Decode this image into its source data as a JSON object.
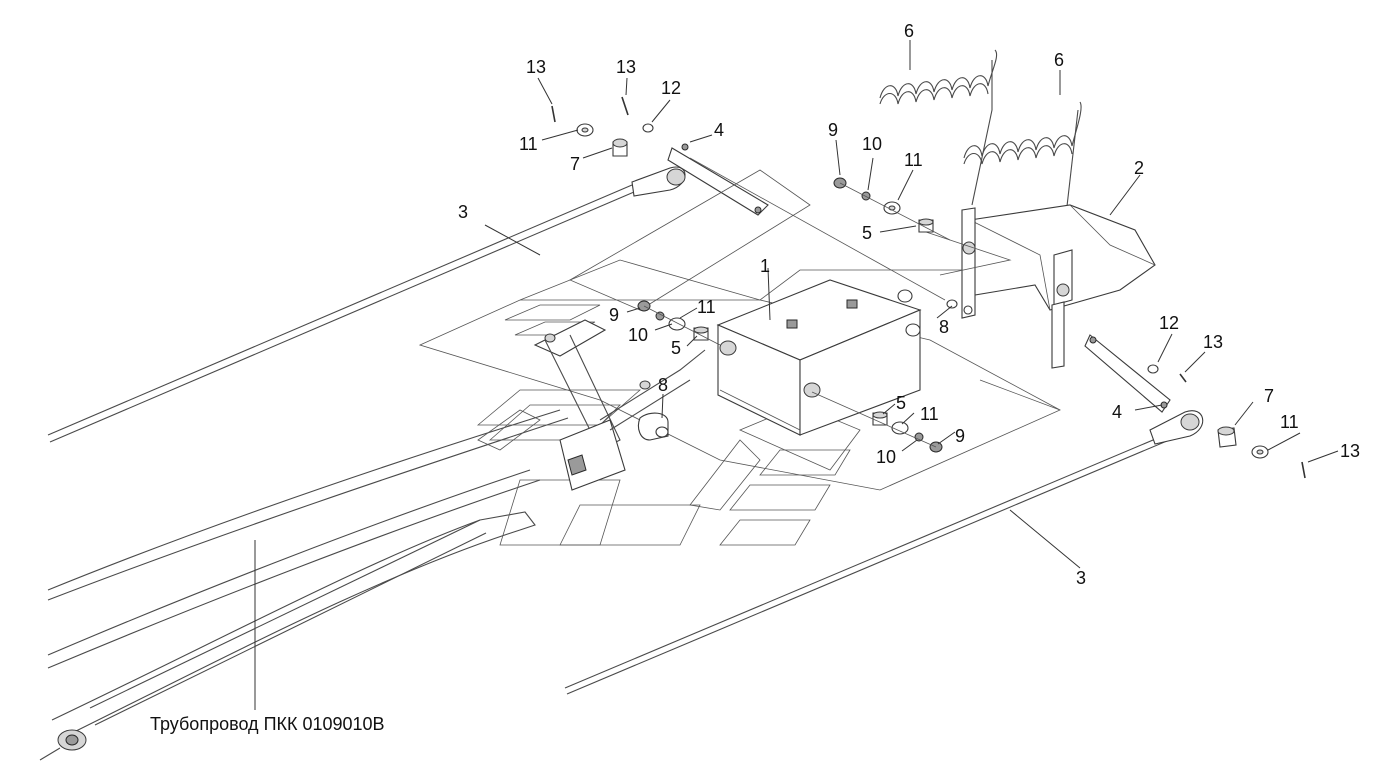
{
  "caption": "Трубопровод ПКК 0109010В",
  "callouts": {
    "c1": "1",
    "c2": "2",
    "c3a": "3",
    "c3b": "3",
    "c4a": "4",
    "c4b": "4",
    "c5a": "5",
    "c5b": "5",
    "c5c": "5",
    "c6a": "6",
    "c6b": "6",
    "c7a": "7",
    "c7b": "7",
    "c8a": "8",
    "c8b": "8",
    "c9a": "9",
    "c9b": "9",
    "c9c": "9",
    "c10a": "10",
    "c10b": "10",
    "c10c": "10",
    "c11a": "11",
    "c11b": "11",
    "c11c": "11",
    "c11d": "11",
    "c11e": "11",
    "c12a": "12",
    "c12b": "12",
    "c13a": "13",
    "c13b": "13",
    "c13c": "13"
  }
}
